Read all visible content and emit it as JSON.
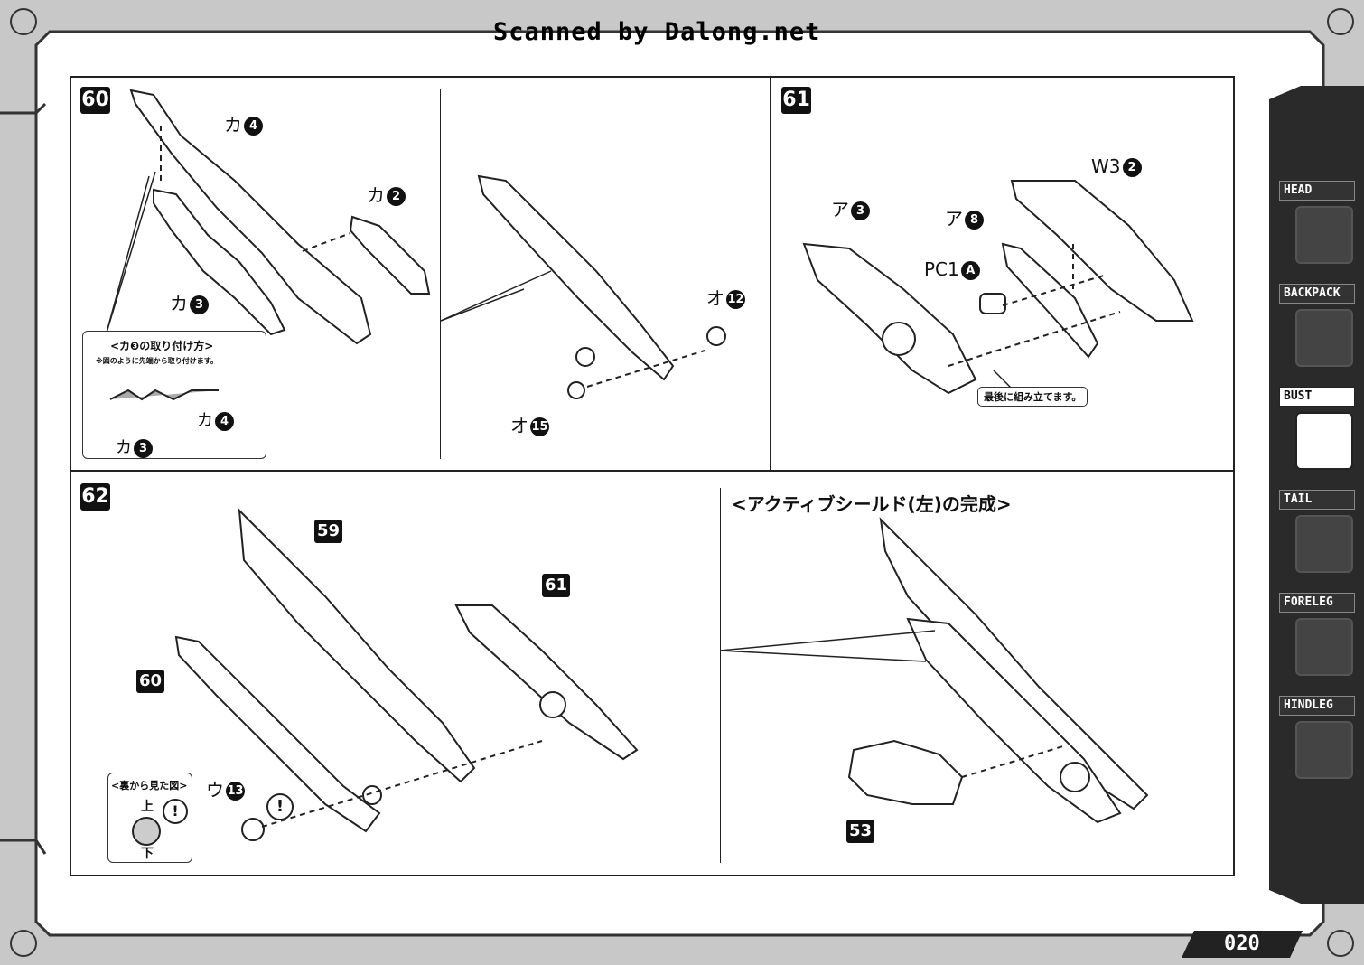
{
  "header": {
    "scan_credit": "Scanned by Dalong.net"
  },
  "steps": {
    "s60": {
      "num": "60",
      "parts": {
        "p1": "カ",
        "p1n": "4",
        "p2": "カ",
        "p2n": "2",
        "p3": "カ",
        "p3n": "3"
      },
      "inset": {
        "title": "<カ❸の取り付け方>",
        "note": "※図のように先端から取り付けます。",
        "a": "カ",
        "an": "4",
        "b": "カ",
        "bn": "3"
      },
      "parts_b": {
        "o12": "オ",
        "o12n": "12",
        "o15": "オ",
        "o15n": "15"
      }
    },
    "s61": {
      "num": "61",
      "parts": {
        "w3": "W3",
        "w3n": "2",
        "a3": "ア",
        "a3n": "3",
        "a8": "ア",
        "a8n": "8",
        "pc1": "PC1",
        "pc1n": "A"
      },
      "note": "最後に組み立てます。"
    },
    "s62": {
      "num": "62",
      "refs": {
        "r59": "59",
        "r61": "61",
        "r60": "60",
        "r53": "53"
      },
      "u13": "ウ",
      "u13n": "13",
      "inset": {
        "title": "<裏から見た図>",
        "top": "上",
        "bottom": "下",
        "mark": "!"
      },
      "mark": "!"
    },
    "complete": {
      "title": "<アクティブシールド(左)の完成>"
    }
  },
  "sidebar": {
    "tabs": [
      {
        "label": "HEAD",
        "active": false
      },
      {
        "label": "BACKPACK",
        "active": false
      },
      {
        "label": "BUST",
        "active": true
      },
      {
        "label": "TAIL",
        "active": false
      },
      {
        "label": "FORELEG",
        "active": false
      },
      {
        "label": "HINDLEG",
        "active": false
      }
    ]
  },
  "footer": {
    "page": "020"
  }
}
